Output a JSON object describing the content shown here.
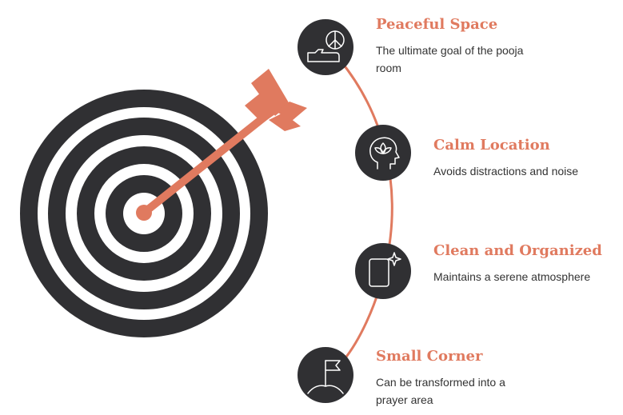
{
  "colors": {
    "accent": "#e07a5f",
    "dark": "#303033",
    "text": "#333333",
    "background": "#ffffff"
  },
  "steps": [
    {
      "title": "Peaceful Space",
      "description": "The ultimate goal of the pooja room",
      "icon": "peace-hand-icon"
    },
    {
      "title": "Calm Location",
      "description": "Avoids distractions and noise",
      "icon": "mind-lotus-icon"
    },
    {
      "title": "Clean and Organized",
      "description": "Maintains a serene atmosphere",
      "icon": "sparkle-tablet-icon"
    },
    {
      "title": "Small Corner",
      "description": "Can be transformed into a prayer area",
      "icon": "flag-ground-icon"
    }
  ]
}
